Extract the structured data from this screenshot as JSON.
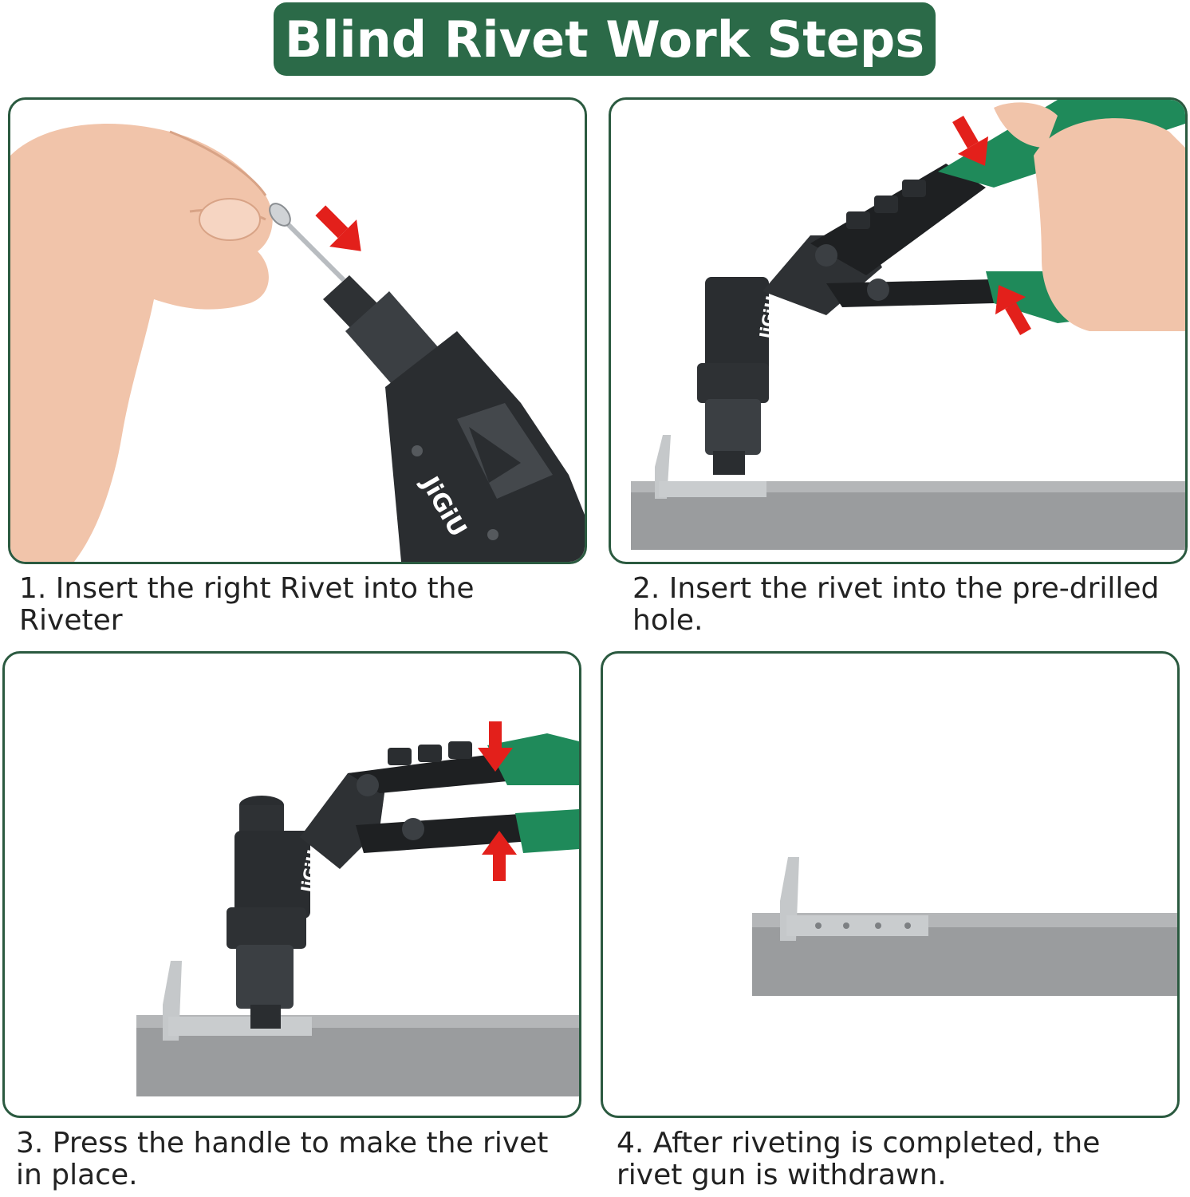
{
  "header": {
    "title": "Blind Rivet Work Steps"
  },
  "steps": [
    {
      "caption": "1. Insert the right Rivet into the Riveter",
      "brand": "JiGiU"
    },
    {
      "caption": "2. Insert the rivet into the pre-drilled hole.",
      "brand": "JiGiU"
    },
    {
      "caption": "3. Press the handle to make the rivet in place.",
      "brand": "JiGiU"
    },
    {
      "caption": "4. After riveting is completed, the rivet gun is withdrawn."
    }
  ],
  "colors": {
    "brand_green": "#2b6a48",
    "panel_border": "#2b5a40",
    "arrow_red": "#e3201b",
    "handle_green": "#1f8a5a",
    "tool_black": "#2a2d30",
    "steel_gray": "#9a9c9e"
  }
}
